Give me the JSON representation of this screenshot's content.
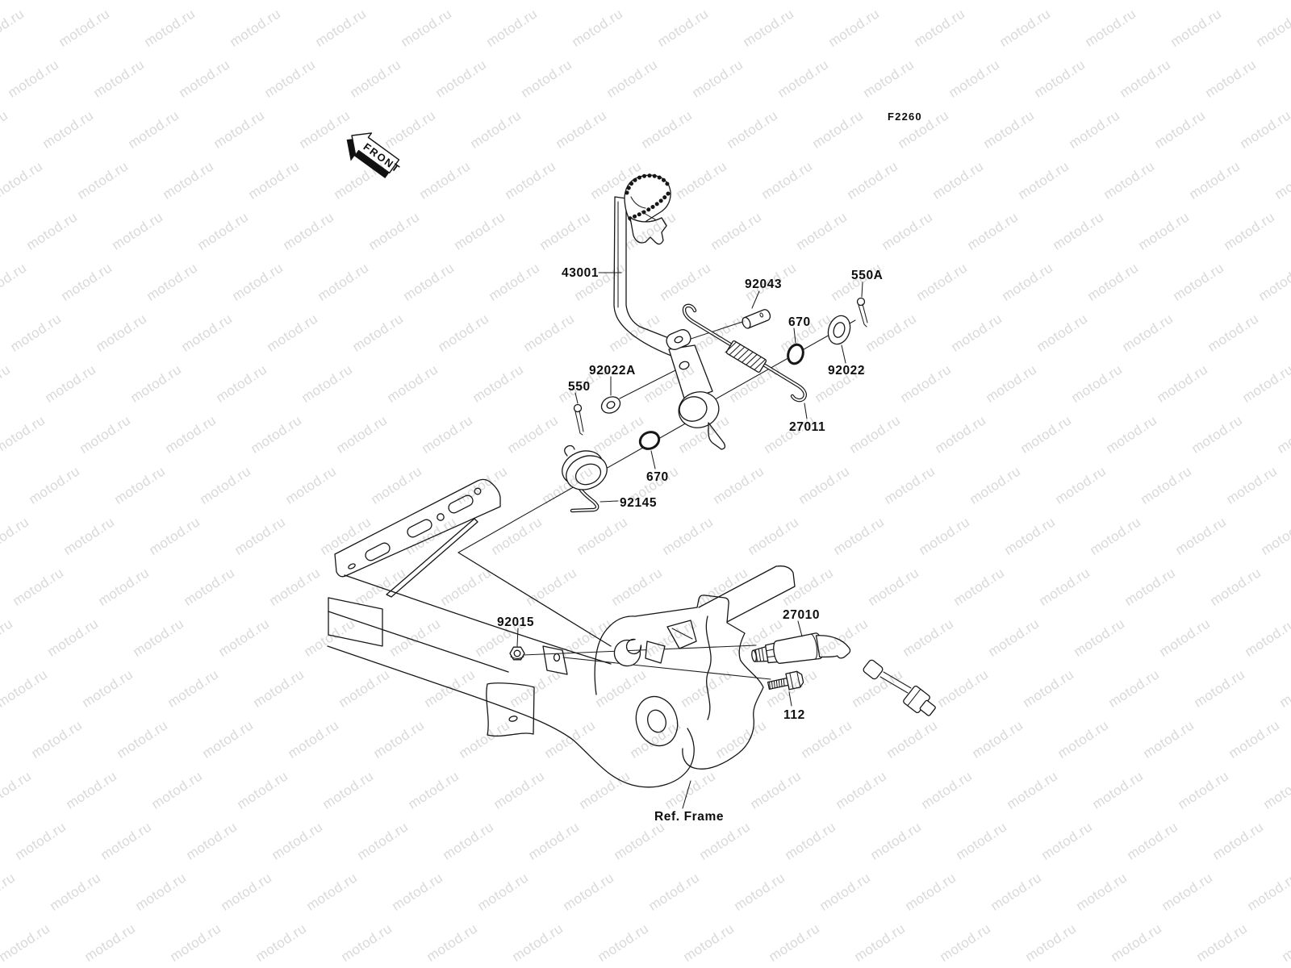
{
  "watermark": {
    "text": "motod.ru",
    "color": "#d9d9d9"
  },
  "diagram": {
    "code": "F2260",
    "front_arrow_label": "FRONT",
    "line_color": "#161616",
    "part_labels": [
      {
        "part": "brake-pedal",
        "text": "43001"
      },
      {
        "part": "clevis-pin",
        "text": "92043"
      },
      {
        "part": "cotter-pin-a",
        "text": "550A"
      },
      {
        "part": "o-ring-right",
        "text": "670"
      },
      {
        "part": "washer",
        "text": "92022"
      },
      {
        "part": "washer-small",
        "text": "92022A"
      },
      {
        "part": "cotter-pin",
        "text": "550"
      },
      {
        "part": "brake-rod",
        "text": "27011"
      },
      {
        "part": "o-ring-left",
        "text": "670"
      },
      {
        "part": "return-spring",
        "text": "92145"
      },
      {
        "part": "flange-nut",
        "text": "92015"
      },
      {
        "part": "brake-light-switch",
        "text": "27010"
      },
      {
        "part": "hex-bolt",
        "text": "112"
      },
      {
        "part": "frame-reference",
        "text": "Ref. Frame"
      }
    ]
  }
}
